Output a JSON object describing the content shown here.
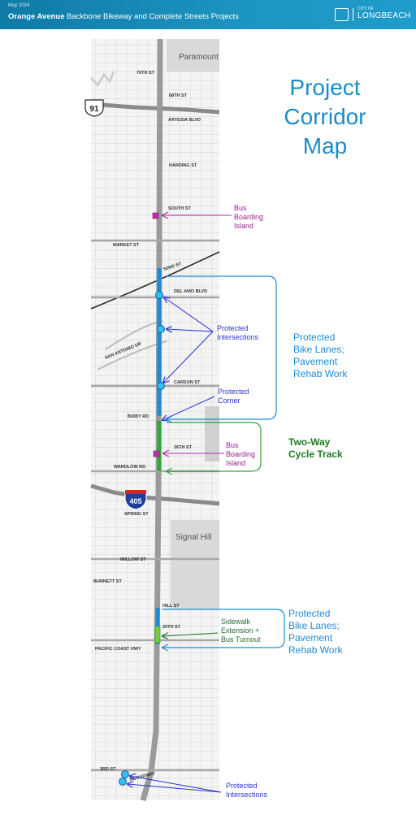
{
  "header": {
    "date": "May 2024",
    "title_bold": "Orange Avenue",
    "title_rest": " Backbone Bikeway and Complete Streets Projects",
    "brand_small": "CITY OF",
    "brand_name": "LONGBEACH"
  },
  "map_title": [
    "Project",
    "Corridor",
    "Map"
  ],
  "places": {
    "paramount": "Paramount",
    "signal_hill": "Signal Hill",
    "hwy91": "91",
    "hwy405": "405"
  },
  "streets": {
    "s70th": "70TH ST",
    "s68th": "68TH ST",
    "artesia": "ARTESIA BLVD",
    "harding": "HARDING ST",
    "south": "SOUTH ST",
    "market": "MARKET ST",
    "s52nd": "52ND ST",
    "del_amo": "DEL AMO BLVD",
    "san_antonio": "SAN ANTONIO DR",
    "carson": "CARSON ST",
    "bixby": "BIXBY RD",
    "s36th": "36TH ST",
    "wardlow": "WARDLOW RD",
    "spring": "SPRING ST",
    "willow": "WILLOW ST",
    "burnett": "BURNETT ST",
    "hill": "HILL ST",
    "s20th": "20TH ST",
    "pch": "PACIFIC COAST HWY",
    "s3rd": "3RD ST",
    "broadway": "BROADWAY"
  },
  "annotations": {
    "bus_island_1": "Bus\nBoarding\nIsland",
    "protected_intersections_1": "Protected\nIntersections",
    "protected_bike_lanes_1": "Protected\nBike Lanes;\nPavement\nRehab Work",
    "protected_corner": "Protected\nCorner",
    "two_way": "Two-Way\nCycle Track",
    "bus_island_2": "Bus\nBoarding\nIsland",
    "protected_bike_lanes_2": "Protected\nBike Lanes;\nPavement\nRehab Work",
    "sidewalk_ext": "Sidewalk\nExtension +\nBus Turnout",
    "protected_intersections_2": "Protected\nIntersections"
  },
  "colors": {
    "header_bg": "#1a8fbd",
    "title": "#1b8cc9",
    "bike_lane": "#1f8ad6",
    "cycle_track": "#2fa53a",
    "bus_island": "#b02aa0",
    "intersection": "#2a33d6",
    "green_text": "#1e7a22"
  }
}
